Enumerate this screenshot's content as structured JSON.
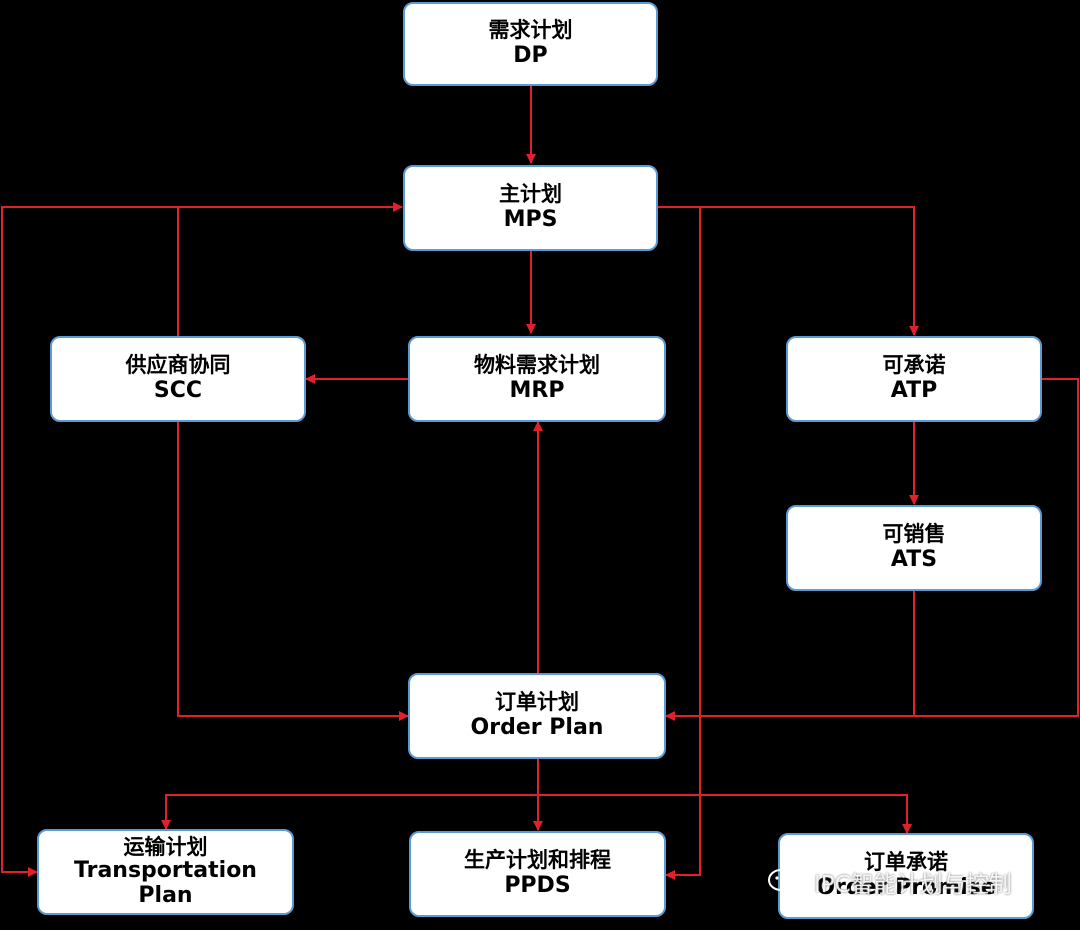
{
  "colors": {
    "node_border": "#5b9bd5",
    "arrow": "#e0202a",
    "background": "#000000"
  },
  "nodes": {
    "dp": {
      "zh": "需求计划",
      "en": "DP"
    },
    "mps": {
      "zh": "主计划",
      "en": "MPS"
    },
    "scc": {
      "zh": "供应商协同",
      "en": "SCC"
    },
    "mrp": {
      "zh": "物料需求计划",
      "en": "MRP"
    },
    "atp": {
      "zh": "可承诺",
      "en": "ATP"
    },
    "ats": {
      "zh": "可销售",
      "en": "ATS"
    },
    "order_plan": {
      "zh": "订单计划",
      "en": "Order Plan"
    },
    "transportation": {
      "zh": "运输计划",
      "en": "Transportation",
      "en2": "Plan"
    },
    "ppds": {
      "zh": "生产计划和排程",
      "en": "PPDS"
    },
    "order_promise": {
      "zh": "订单承诺",
      "en": "Order Promise"
    }
  },
  "watermark": {
    "text": "IPC智能计划与控制",
    "icon": "wechat-icon"
  }
}
